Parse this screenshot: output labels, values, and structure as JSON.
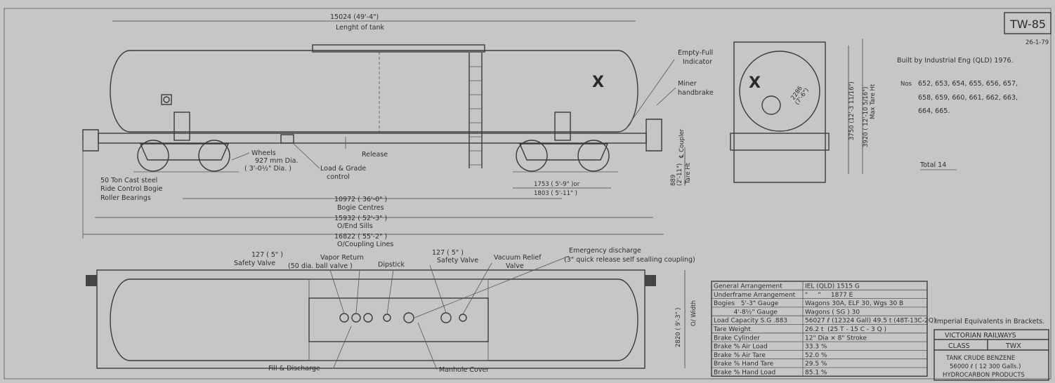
{
  "title_block": {
    "drawing_no": "TW-85",
    "date": "26-1-79",
    "built_by": "Built by Industrial Eng (QLD) 1976.",
    "numbers_label": "Nos",
    "numbers_line1": "652, 653, 654, 655, 656, 657,",
    "numbers_line2": "658, 659, 660, 661, 662, 663,",
    "numbers_line3": "664, 665.",
    "total": "Total   14",
    "imperial_note": "Imperial Equivalents in Brackets.",
    "railway": "VICTORIAN RAILWAYS",
    "class_label": "CLASS",
    "class_value": "TWX",
    "desc1": "TANK CRUDE BENZENE",
    "desc2": "56000 ℓ ( 12 300 Galls.)",
    "desc3": "HYDROCARBON PRODUCTS"
  },
  "marker": "X",
  "side_view": {
    "tank_length": "15024 (49'-4\")",
    "tank_length_label": "Lenght of tank",
    "empty_full": "Empty-Full",
    "indicator": "Indicator",
    "miner": "Miner",
    "handbrake": "handbrake",
    "coupler": "℄ Coupler",
    "tare_ht1": "889",
    "tare_ht2": "(2'-11\")",
    "tare_ht3": "Tare Ht",
    "wheels1": "Wheels",
    "wheels2": "927 mm Dia.",
    "wheels3": "( 3'-0½\" Dia. )",
    "load_grade1": "Load & Grade",
    "load_grade2": "control",
    "release": "Release",
    "bogie1": "50 Ton Cast steel",
    "bogie2": "Ride Control Bogie",
    "bogie3": "Roller Bearings",
    "wb1": "1753  ( 5'-9\" )or",
    "wb2": "1803  ( 5'-11\" )",
    "bogie_centres": "10972 ( 36'-0\" )",
    "bogie_centres_label": "Bogie Centres",
    "end_sills": "15932 ( 52'-3\" )",
    "end_sills_label": "O/End Sills",
    "coupling": "16822 ( 55'-2\" )",
    "coupling_label": "O/Coupling Lines"
  },
  "end_view": {
    "diameter1": "2286",
    "diameter2": "(7'-6\")",
    "height1": "3750 (12'-3 11/16\")",
    "height2": "3920 ( 12'-10 5/16\")",
    "height3": "Max Tare Ht"
  },
  "plan_view": {
    "safety1a": "127 ( 5\" )",
    "safety1b": "Safety Valve",
    "vapor1": "Vapor Return",
    "vapor2": "(50 dia. ball valve )",
    "dipstick": "Dipstick",
    "safety2a": "127 ( 5\" )",
    "safety2b": "Safety Valve",
    "vacuum1": "Vacuum Relief",
    "vacuum2": "Valve",
    "emergency1": "Emergency discharge",
    "emergency2": "(3\" quick release self sealling coupling)",
    "width1": "2820 ( 9'-3\" )",
    "width2": "O/ Width",
    "fill": "Fill & Discharge",
    "manhole": "Manhole Cover"
  },
  "spec_table": [
    {
      "label": "General Arrangement",
      "value": "IEL (QLD) 1515 G"
    },
    {
      "label": "Underframe Arrangement",
      "value": "\"     \"     1877 E"
    },
    {
      "label": "Bogies   5'-3\" Gauge",
      "value": "Wagons 30A, ELF 30, Wgs 30 B"
    },
    {
      "label": "          4'-8½\" Gauge",
      "value": "Wagons ( SG ) 30"
    },
    {
      "label": "Load Capacity S.G .883",
      "value": "56027 ℓ (12324 Gall) 49.5 t (48T-13C-2Q)"
    },
    {
      "label": "Tare Weight",
      "value": "26.2 t  (25 T - 15 C - 3 Q )"
    },
    {
      "label": "Brake Cylinder",
      "value": "12\" Dia × 8\" Stroke"
    },
    {
      "label": "Brake % Air Load",
      "value": "33.3 %"
    },
    {
      "label": "Brake % Air Tare",
      "value": "52.0 %"
    },
    {
      "label": "Brake % Hand Tare",
      "value": "29.5 %"
    },
    {
      "label": "Brake % Hand Load",
      "value": "85.1 %"
    }
  ]
}
